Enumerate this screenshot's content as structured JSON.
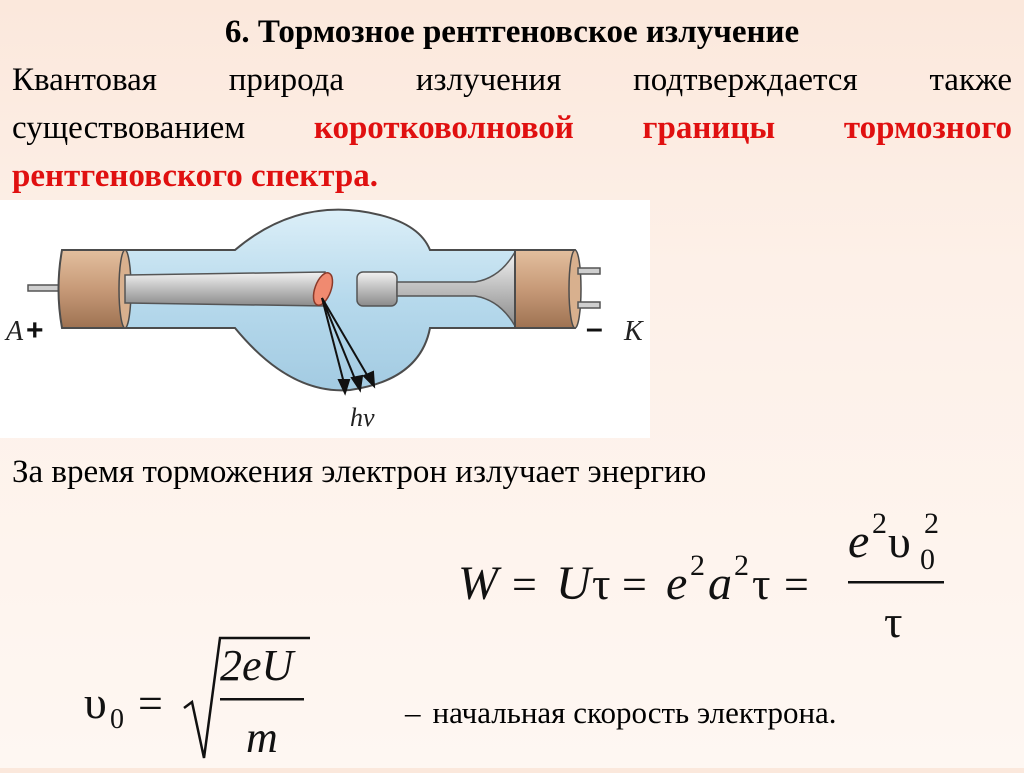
{
  "title": "6. Тормозное рентгеновское излучение",
  "intro": {
    "line1": "Квантовая природа излучения подтверждается также",
    "line2_start": "существованием ",
    "line2_red": "коротковолновой границы тормозного",
    "line3_red": "рентгеновского спектра."
  },
  "figure": {
    "anode_letter": "A",
    "anode_sign": "+",
    "cathode_letter": "K",
    "cathode_sign": "–",
    "photon_label": "hν",
    "colors": {
      "glass": "#b9dcef",
      "electrode": "#c79a78",
      "spot": "#f08a70"
    }
  },
  "para": "За время торможения электрон излучает энергию",
  "formula_w": {
    "W": "W",
    "eq": "=",
    "U": "U",
    "tau": "τ",
    "e": "e",
    "sup2": "2",
    "a": "a",
    "upsilon": "υ",
    "sub0": "0"
  },
  "formula_v": {
    "upsilon": "υ",
    "sub0": "0",
    "eq": "=",
    "num": "2eU",
    "den": "m"
  },
  "note": {
    "dash": "–",
    "text": "начальная скорость электрона."
  }
}
